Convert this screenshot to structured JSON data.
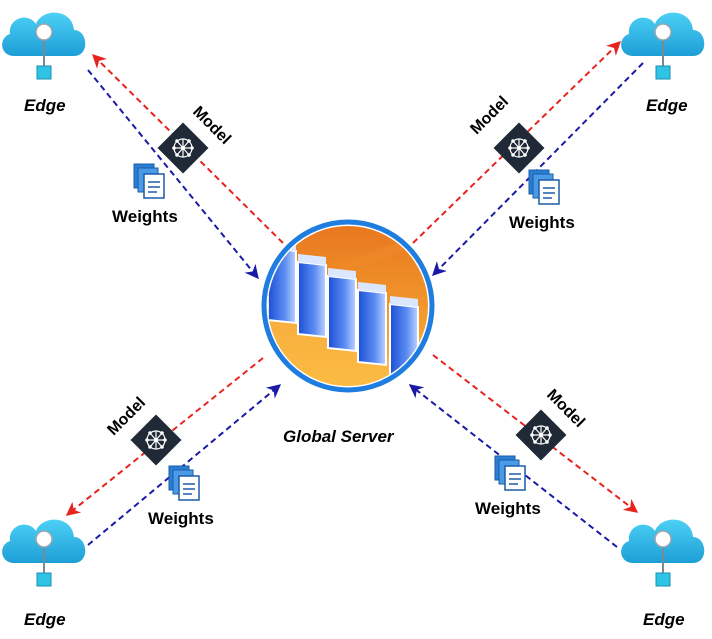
{
  "diagram": {
    "center": {
      "label": "Global Server"
    },
    "edges": [
      {
        "position": "top-left",
        "label": "Edge",
        "model_label": "Model",
        "weights_label": "Weights"
      },
      {
        "position": "top-right",
        "label": "Edge",
        "model_label": "Model",
        "weights_label": "Weights"
      },
      {
        "position": "bottom-left",
        "label": "Edge",
        "model_label": "Model",
        "weights_label": "Weights"
      },
      {
        "position": "bottom-right",
        "label": "Edge",
        "model_label": "Model",
        "weights_label": "Weights"
      }
    ],
    "colors": {
      "model_arrow": "#e8231e",
      "weights_arrow": "#1a1aa6",
      "cloud": "#2fb9e8",
      "server_ring": "#1f7de0",
      "server_fill_top": "#e8761e",
      "server_fill_bottom": "#fbb83a",
      "model_icon_bg": "#1f2a36"
    }
  }
}
